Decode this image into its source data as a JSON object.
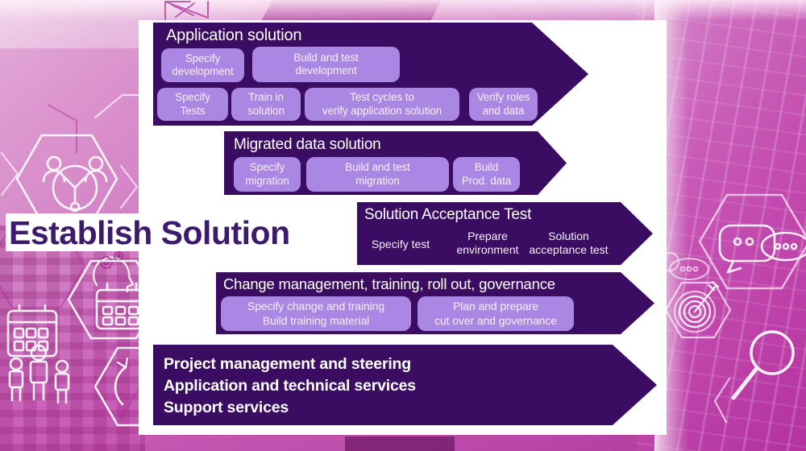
{
  "title": "Establish Solution",
  "colors": {
    "arrow_purple": "#3a0d62",
    "box_purple": "#aa87e2",
    "box_text": "#f6f0fe",
    "header_text": "#ffffff",
    "title_text": "#3d1a6b",
    "panel_white": "#ffffff",
    "background_pink": "#c75eb7"
  },
  "arrows": [
    {
      "name": "application-solution",
      "header": "Application solution",
      "rows": [
        {
          "boxes": [
            {
              "label": "Specify\ndevelopment"
            },
            {
              "label": "Build and test\ndevelopment"
            }
          ]
        },
        {
          "boxes": [
            {
              "label": "Specify\nTests"
            },
            {
              "label": "Train in\nsolution"
            },
            {
              "label": "Test cycles to\nverify application solution"
            },
            {
              "label": "Verify roles\nand data"
            }
          ]
        }
      ]
    },
    {
      "name": "migrated-data-solution",
      "header": "Migrated data solution",
      "rows": [
        {
          "boxes": [
            {
              "label": "Specify\nmigration"
            },
            {
              "label": "Build and test\nmigration"
            },
            {
              "label": "Build\nProd. data"
            }
          ]
        }
      ]
    },
    {
      "name": "solution-acceptance-test",
      "header": "Solution Acceptance Test",
      "items": [
        {
          "label": "Specify test"
        },
        {
          "label": "Prepare\nenvironment"
        },
        {
          "label": "Solution\nacceptance test"
        }
      ]
    },
    {
      "name": "change-management",
      "header": "Change management, training, roll out, governance",
      "rows": [
        {
          "boxes": [
            {
              "label": "Specify change and training\nBuild training material"
            },
            {
              "label": "Plan and prepare\ncut over and governance"
            }
          ]
        }
      ]
    },
    {
      "name": "services",
      "lines": [
        "Project management and steering",
        "Application and technical services",
        "Support services"
      ]
    }
  ],
  "background": {
    "icons": [
      "team-network-icon",
      "calendar-icon",
      "head-gears-icon",
      "people-group-icon",
      "refresh-icon",
      "chat-bubbles-icon",
      "target-dart-icon",
      "magnifier-icon",
      "crane-icon",
      "hexagon-outlines"
    ]
  }
}
